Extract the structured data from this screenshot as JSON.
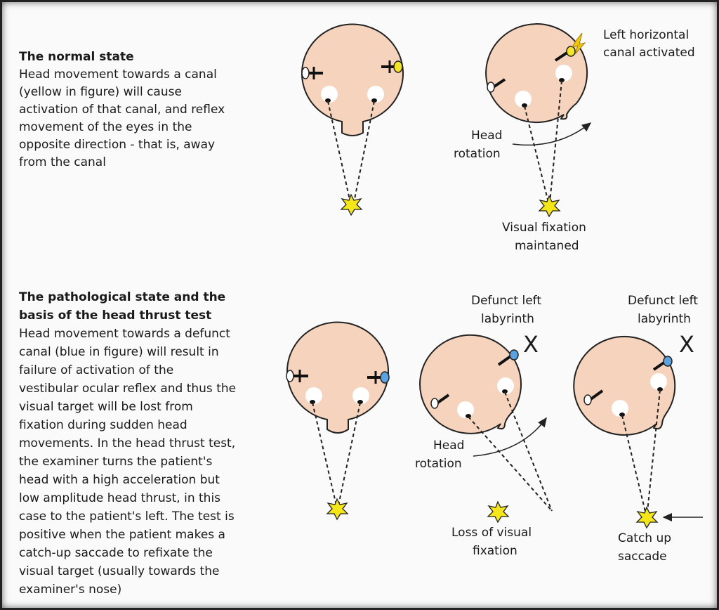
{
  "normal": {
    "heading": "The normal state",
    "body_lines": [
      "Head movement towards a canal",
      "(yellow in figure) will cause",
      "activation of that canal, and reflex",
      "movement of the eyes in the",
      "opposite direction - that is, away",
      "from the canal"
    ],
    "label_canal": [
      "Left horizontal",
      "canal activated"
    ],
    "label_rotation": [
      "Head",
      "rotation"
    ],
    "label_fixation": [
      "Visual fixation",
      "maintaned"
    ]
  },
  "pathological": {
    "heading_lines": [
      "The pathological state and the",
      "basis of the head thrust test"
    ],
    "body_lines": [
      "Head movement towards a defunct",
      "canal (blue in figure) will result in",
      "failure of  activation of the",
      "vestibular ocular reflex and thus the",
      "visual target will be lost from",
      "fixation during sudden head",
      "movements. In the head thrust test,",
      "the examiner turns the patient's",
      "head with a high acceleration but",
      "low amplitude head thrust, in this",
      "case to the patient's left. The test is",
      "positive when the patient makes a",
      "catch-up saccade to refixate the",
      "visual target (usually towards the",
      "examiner's nose)"
    ],
    "label_defunct_1": [
      "Defunct left",
      "labyrinth"
    ],
    "label_defunct_2": [
      "Defunct left",
      "labyrinth"
    ],
    "x_mark_1": "X",
    "x_mark_2": "X",
    "label_rotation": [
      "Head",
      "rotation"
    ],
    "label_loss": [
      "Loss of visual",
      "fixation"
    ],
    "label_catchup": [
      "Catch up",
      "saccade"
    ]
  },
  "colors": {
    "head_fill": "#f6d3bd",
    "active_canal": "#f3e62a",
    "defunct_canal": "#5aa3e0",
    "star": "#f5e61a"
  }
}
